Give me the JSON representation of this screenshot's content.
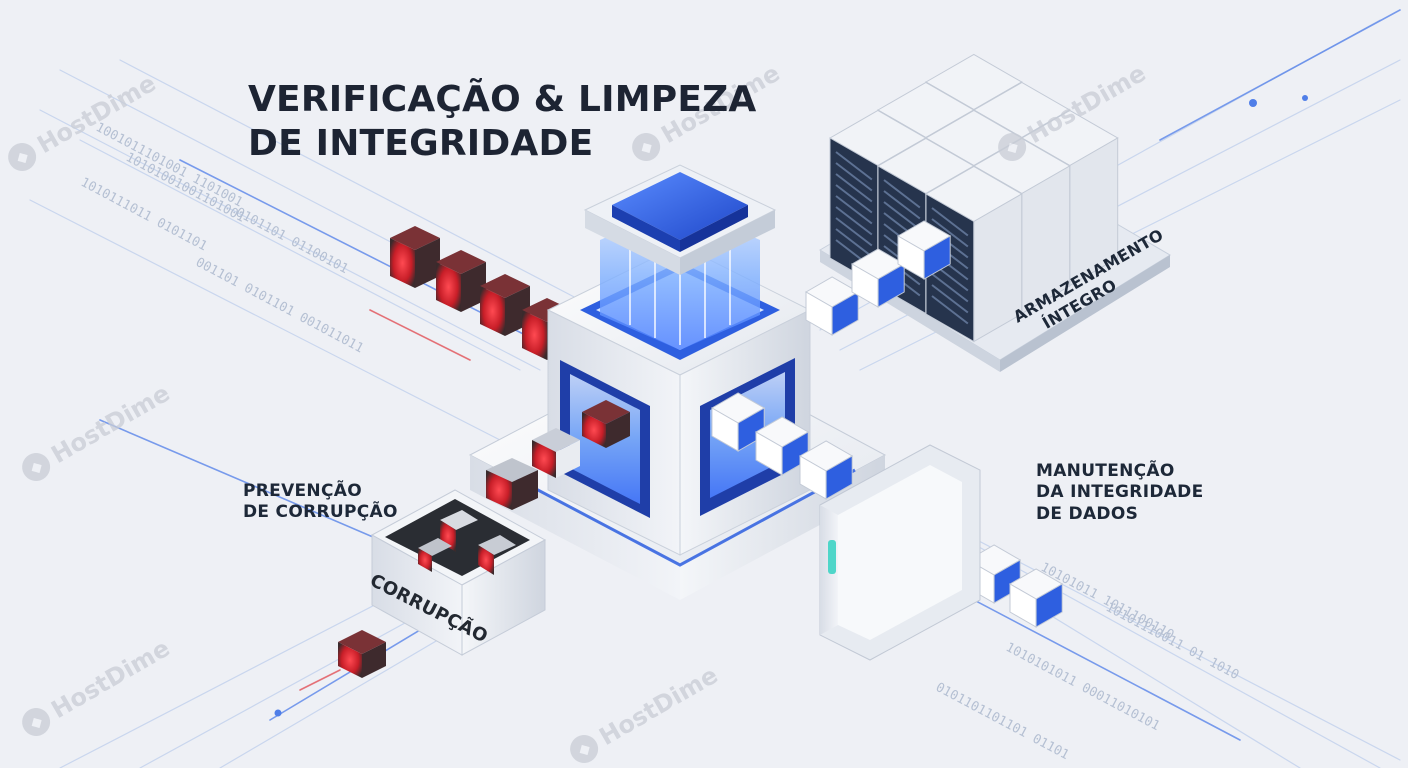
{
  "title": {
    "line1": "VERIFICAÇÃO & LIMPEZA",
    "line2": "DE INTEGRIDADE"
  },
  "labels": {
    "prevention": {
      "line1": "PREVENÇÃO",
      "line2": "DE CORRUPÇÃO"
    },
    "maintenance": {
      "line1": "MANUTENÇÃO",
      "line2": "DA INTEGRIDADE",
      "line3": "DE DADOS"
    },
    "storage": {
      "line1": "ARMAZENAMENTO",
      "line2": "ÍNTEGRO"
    },
    "bin": "CORRUPÇÃO"
  },
  "watermark": {
    "text": "HostDime",
    "icon": "hostdime-logo-icon"
  },
  "binary_streams": [
    "1001011101001 1101001",
    "10101001001101001",
    "0101101 01100101",
    "001101 0101101 001011011",
    "1010111011 0101101",
    "10101011 1011100110",
    "1010101011 00011010101",
    "0101101101101 01101",
    "10101110011 01 1010"
  ],
  "colors": {
    "background": "#eef0f5",
    "accent_blue": "#2e5fe0",
    "corrupt_red": "#e0202c",
    "server_gray": "#dfe3ea",
    "text_dark": "#1d2433"
  }
}
